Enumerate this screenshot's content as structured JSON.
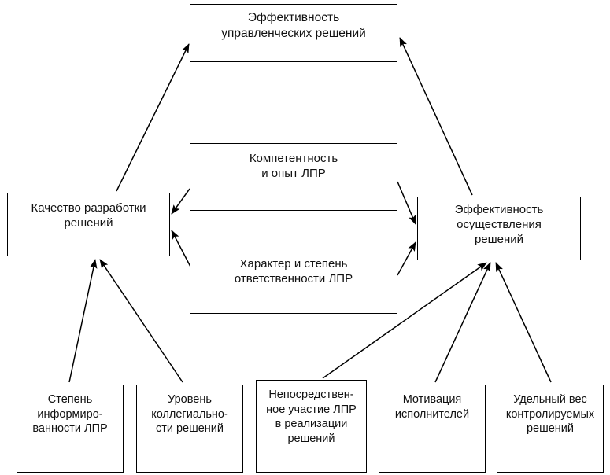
{
  "diagram": {
    "title_node": {
      "id": "effectiveness-of-management-decisions",
      "label": "Эффективность\nуправленческих решений"
    },
    "mid_nodes": [
      {
        "id": "quality-of-decision-development",
        "label": "Качество разработки\nрешений"
      },
      {
        "id": "competence-and-experience",
        "label": "Компетентность\nи опыт ЛПР"
      },
      {
        "id": "character-and-responsibility",
        "label": "Характер и степень\nответственности ЛПР"
      },
      {
        "id": "effectiveness-of-implementation",
        "label": "Эффективность\nосуществления\nрешений"
      }
    ],
    "leaf_nodes": [
      {
        "id": "degree-of-awareness",
        "label": "Степень\nинформиро-\nванности ЛПР"
      },
      {
        "id": "level-of-collegiality",
        "label": "Уровень\nколлегиально-\nсти решений"
      },
      {
        "id": "direct-participation",
        "label": "Непосредствен-\nное участие ЛПР\nв реализации\nрешений"
      },
      {
        "id": "motivation-of-performers",
        "label": "Мотивация\nисполнителей"
      },
      {
        "id": "share-of-controlled-decisions",
        "label": "Удельный вес\nконтролируемых\nрешений"
      }
    ],
    "edges": [
      {
        "id": "edge-quality-to-top",
        "from": "quality-of-decision-development",
        "to": "effectiveness-of-management-decisions",
        "arrow": true
      },
      {
        "id": "edge-implementation-to-top",
        "from": "effectiveness-of-implementation",
        "to": "effectiveness-of-management-decisions",
        "arrow": true
      },
      {
        "id": "edge-competence-to-quality",
        "from": "competence-and-experience",
        "to": "quality-of-decision-development",
        "arrow": true
      },
      {
        "id": "edge-responsibility-to-quality",
        "from": "character-and-responsibility",
        "to": "quality-of-decision-development",
        "arrow": true
      },
      {
        "id": "edge-competence-to-implementation",
        "from": "competence-and-experience",
        "to": "effectiveness-of-implementation",
        "arrow": true
      },
      {
        "id": "edge-responsibility-to-implementation",
        "from": "character-and-responsibility",
        "to": "effectiveness-of-implementation",
        "arrow": true
      },
      {
        "id": "edge-awareness-to-quality",
        "from": "degree-of-awareness",
        "to": "quality-of-decision-development",
        "arrow": true
      },
      {
        "id": "edge-collegiality-to-quality",
        "from": "level-of-collegiality",
        "to": "quality-of-decision-development",
        "arrow": true
      },
      {
        "id": "edge-participation-to-implementation",
        "from": "direct-participation",
        "to": "effectiveness-of-implementation",
        "arrow": true
      },
      {
        "id": "edge-motivation-to-implementation",
        "from": "motivation-of-performers",
        "to": "effectiveness-of-implementation",
        "arrow": true
      },
      {
        "id": "edge-control-to-implementation",
        "from": "share-of-controlled-decisions",
        "to": "effectiveness-of-implementation",
        "arrow": true
      }
    ],
    "style": {
      "background": "#ffffff",
      "box_border": "#000000",
      "text_color": "#111111",
      "edge_color": "#000000"
    }
  }
}
